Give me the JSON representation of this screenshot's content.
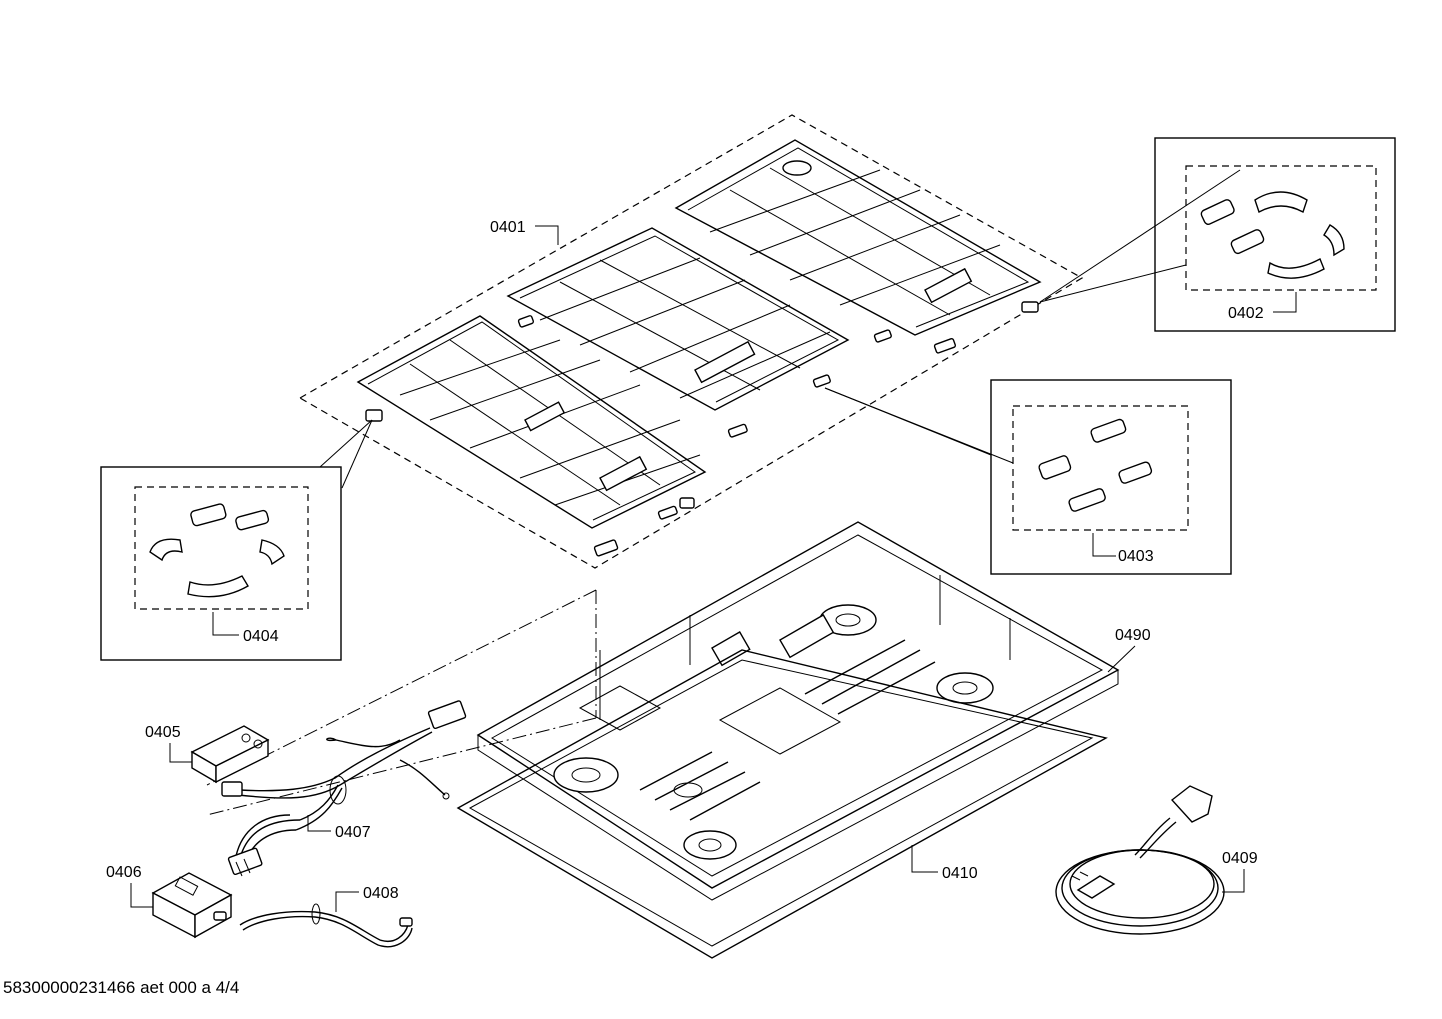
{
  "labels": {
    "p0401": "0401",
    "p0402": "0402",
    "p0403": "0403",
    "p0404": "0404",
    "p0405": "0405",
    "p0406": "0406",
    "p0407": "0407",
    "p0408": "0408",
    "p0409": "0409",
    "p0410": "0410",
    "p0490": "0490"
  },
  "footer": "58300000231466 aet 000 a 4/4"
}
